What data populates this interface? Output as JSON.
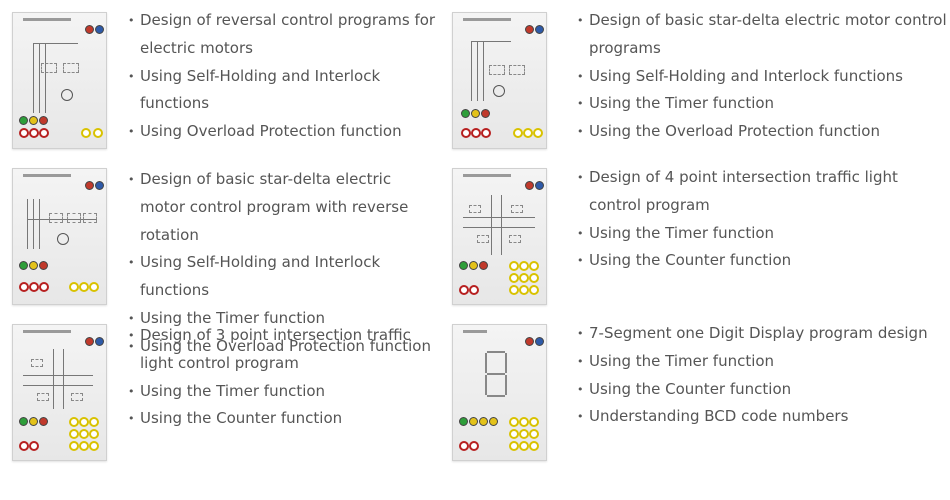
{
  "cards": [
    {
      "panel_title": "REVERSING CONTROL",
      "items": [
        "Design of reversal control programs for electric motors",
        "Using Self-Holding and Interlock functions",
        "Using Overload Protection function"
      ]
    },
    {
      "panel_title": "STAR DELTA CONTROL",
      "items": [
        "Design of basic star-delta electric motor control programs",
        "Using Self-Holding and Interlock functions",
        "Using the Timer function",
        "Using the Overload Protection function"
      ]
    },
    {
      "panel_title": "REVERSING & STAR - DELTA",
      "items": [
        "Design of basic star-delta electric motor control program with reverse rotation",
        "Using Self-Holding and Interlock functions",
        "Using the Timer function",
        "Using the Overload Protection function"
      ]
    },
    {
      "panel_title": "TRAFFIC LIGHT CONTROL 1",
      "items": [
        "Design of 4 point intersection traffic light control program",
        "Using the Timer function",
        "Using the Counter function"
      ]
    },
    {
      "panel_title": "TRAFFIC LIGHT CONTROL 2",
      "items": [
        "Design of 3 point intersection traffic light control program",
        "Using the Timer function",
        "Using the Counter function"
      ]
    },
    {
      "panel_title": "7-SEGMENT",
      "items": [
        "7-Segment one Digit Display program design",
        "Using the Timer function",
        "Using the Counter function",
        "Understanding BCD code numbers"
      ]
    }
  ],
  "colors": {
    "text": "#555555",
    "lamp_red": "#c0392b",
    "lamp_blue": "#2e5aa8",
    "lamp_green": "#2e9e3a",
    "lamp_yellow": "#e3c21a",
    "jack_yellow": "#d9c200",
    "jack_red": "#b72020"
  }
}
